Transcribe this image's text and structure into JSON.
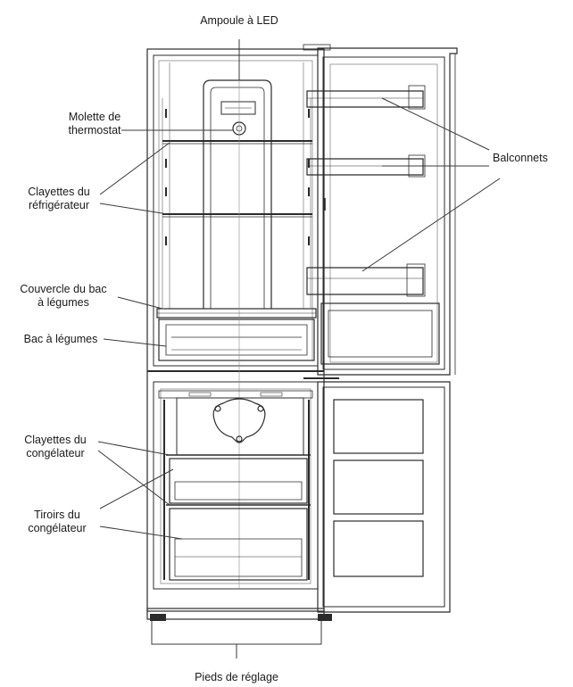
{
  "labels": {
    "led_bulb": "Ampoule à LED",
    "thermostat_knob": {
      "line1": "Molette de",
      "line2": "thermostat"
    },
    "fridge_shelves": {
      "line1": "Clayettes du",
      "line2": "réfrigérateur"
    },
    "crisper_cover": {
      "line1": "Couvercle du bac",
      "line2": "à légumes"
    },
    "crisper_drawer": "Bac à légumes",
    "freezer_shelves": {
      "line1": "Clayettes du",
      "line2": "congélateur"
    },
    "freezer_drawers": {
      "line1": "Tiroirs du",
      "line2": "congélateur"
    },
    "door_balconies": "Balconnets",
    "adjustable_feet": "Pieds de réglage"
  },
  "colors": {
    "line": "#2b2b2b",
    "light_line": "#8a8a8a",
    "fill": "#f6f6f6"
  }
}
